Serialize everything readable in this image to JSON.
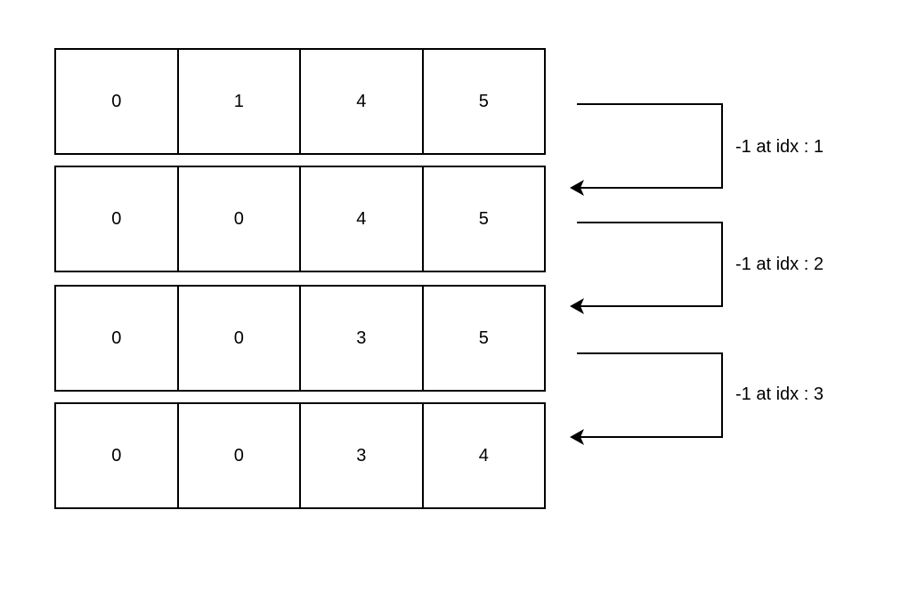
{
  "arrays": [
    {
      "cells": [
        "0",
        "1",
        "4",
        "5"
      ]
    },
    {
      "cells": [
        "0",
        "0",
        "4",
        "5"
      ]
    },
    {
      "cells": [
        "0",
        "0",
        "3",
        "5"
      ]
    },
    {
      "cells": [
        "0",
        "0",
        "3",
        "4"
      ]
    }
  ],
  "steps": [
    {
      "label": "-1 at idx : 1"
    },
    {
      "label": "-1 at idx : 2"
    },
    {
      "label": "-1 at idx : 3"
    }
  ],
  "colors": {
    "stroke": "#000000",
    "background": "#ffffff"
  }
}
